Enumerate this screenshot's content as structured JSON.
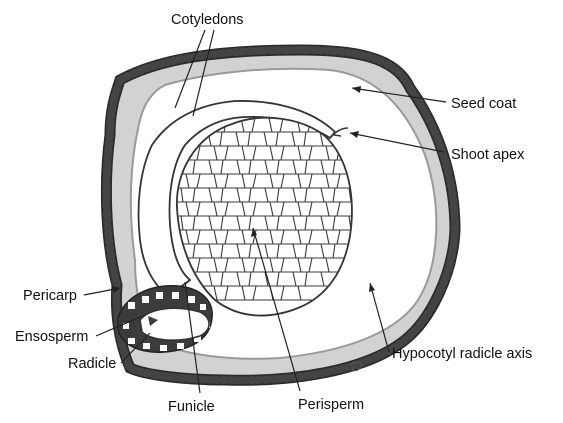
{
  "labels": {
    "cotyledons": "Cotyledons",
    "seed_coat": "Seed coat",
    "shoot_apex": "Shoot apex",
    "pericarp": "Pericarp",
    "ensosperm": "Ensosperm",
    "radicle": "Radicle",
    "hypocotyl": "Hypocotyl radicle axis",
    "funicle": "Funicle",
    "perisperm": "Perisperm"
  },
  "colors": {
    "ink": "#222222",
    "dark_band": "#3c3c3c",
    "gray_fill": "#d2d2d2",
    "background": "#ffffff"
  }
}
